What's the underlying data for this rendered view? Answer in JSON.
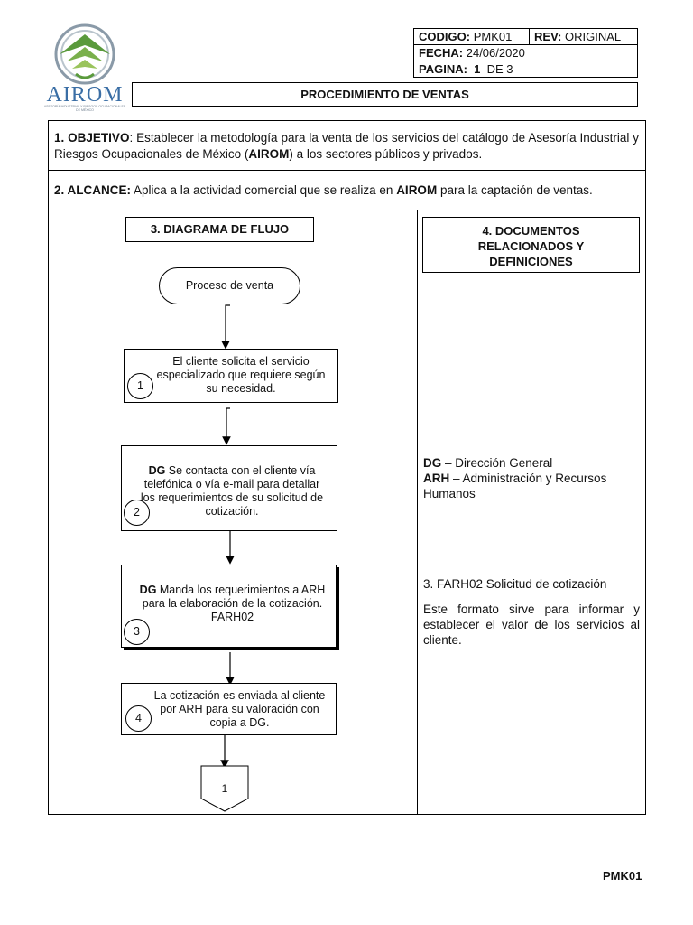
{
  "header": {
    "logo_text": "AIROM",
    "logo_subtitle": "ASESORÍA INDUSTRIAL Y RIESGOS OCUPACIONALES DE MÉXICO",
    "codigo_label": "CODIGO:",
    "codigo_value": "PMK01",
    "rev_label": "REV:",
    "rev_value": "ORIGINAL",
    "fecha_label": "FECHA:",
    "fecha_value": "24/06/2020",
    "pagina_label": "PAGINA:",
    "pagina_value": "1",
    "pagina_de": "DE 3",
    "title": "PROCEDIMIENTO DE VENTAS"
  },
  "objetivo": {
    "label": "1. OBJETIVO",
    "text_a": ": Establecer la metodología para la venta de los servicios del catálogo de Asesoría Industrial y Riesgos Ocupacionales de México (",
    "bold": "AIROM",
    "text_b": ") a los sectores públicos y privados."
  },
  "alcance": {
    "label": "2. ALCANCE:",
    "text_a": " Aplica a la actividad comercial que se realiza en ",
    "bold": "AIROM",
    "text_b": " para la captación de ventas."
  },
  "diagrama": {
    "title": "3. DIAGRAMA DE FLUJO",
    "start": "Proceso de venta",
    "steps": [
      {
        "num": "1",
        "bold": "",
        "text": "El cliente solicita el servicio especializado que requiere según su necesidad."
      },
      {
        "num": "2",
        "bold": "DG",
        "text": " Se contacta con el cliente vía telefónica o vía e-mail para detallar los requerimientos de su solicitud de cotización."
      },
      {
        "num": "3",
        "bold": "DG",
        "text": " Manda los requerimientos a ARH para la elaboración de la cotización.",
        "extra": "FARH02"
      },
      {
        "num": "4",
        "bold": "",
        "text": "La cotización es enviada al cliente por ARH para su valoración con copia a DG."
      }
    ],
    "connector": "1"
  },
  "documentos": {
    "title_line1": "4. DOCUMENTOS",
    "title_line2": "RELACIONADOS Y",
    "title_line3": "DEFINICIONES",
    "def1_bold": "DG",
    "def1_text": " – Dirección General",
    "def2_bold": "ARH",
    "def2_text": " – Administración y Recursos Humanos",
    "doc_title": "3. FARH02 Solicitud de cotización",
    "doc_text": "Este formato sirve para informar y establecer el valor de los servicios al cliente."
  },
  "footer": {
    "code": "PMK01"
  },
  "colors": {
    "logo_green": "#5a9a3c",
    "logo_blue": "#3a6ea5",
    "logo_gray": "#8a9aa8"
  }
}
